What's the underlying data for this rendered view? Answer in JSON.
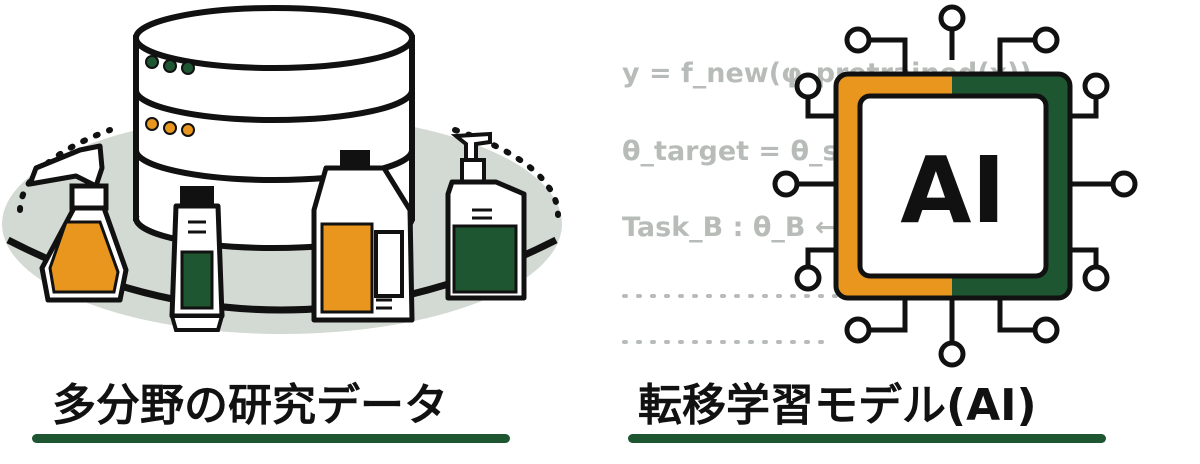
{
  "left_panel": {
    "caption": "多分野の研究データ",
    "icons": [
      "database-icon",
      "spray-bottle-icon",
      "tube-icon",
      "detergent-jug-icon",
      "pump-bottle-icon"
    ]
  },
  "right_panel": {
    "caption": "転移学習モデル(AI)",
    "chip_label": "AI",
    "code_lines": [
      "y = f_new(φ_pretrained(x))",
      "θ_target = θ_source + Δθ",
      "Task_B : θ_B ← θ_A"
    ]
  },
  "colors": {
    "orange": "#E8961E",
    "green": "#1E5631",
    "gray_bg": "#D3D9D3",
    "code_gray": "#B8BCB8",
    "black": "#111111"
  }
}
